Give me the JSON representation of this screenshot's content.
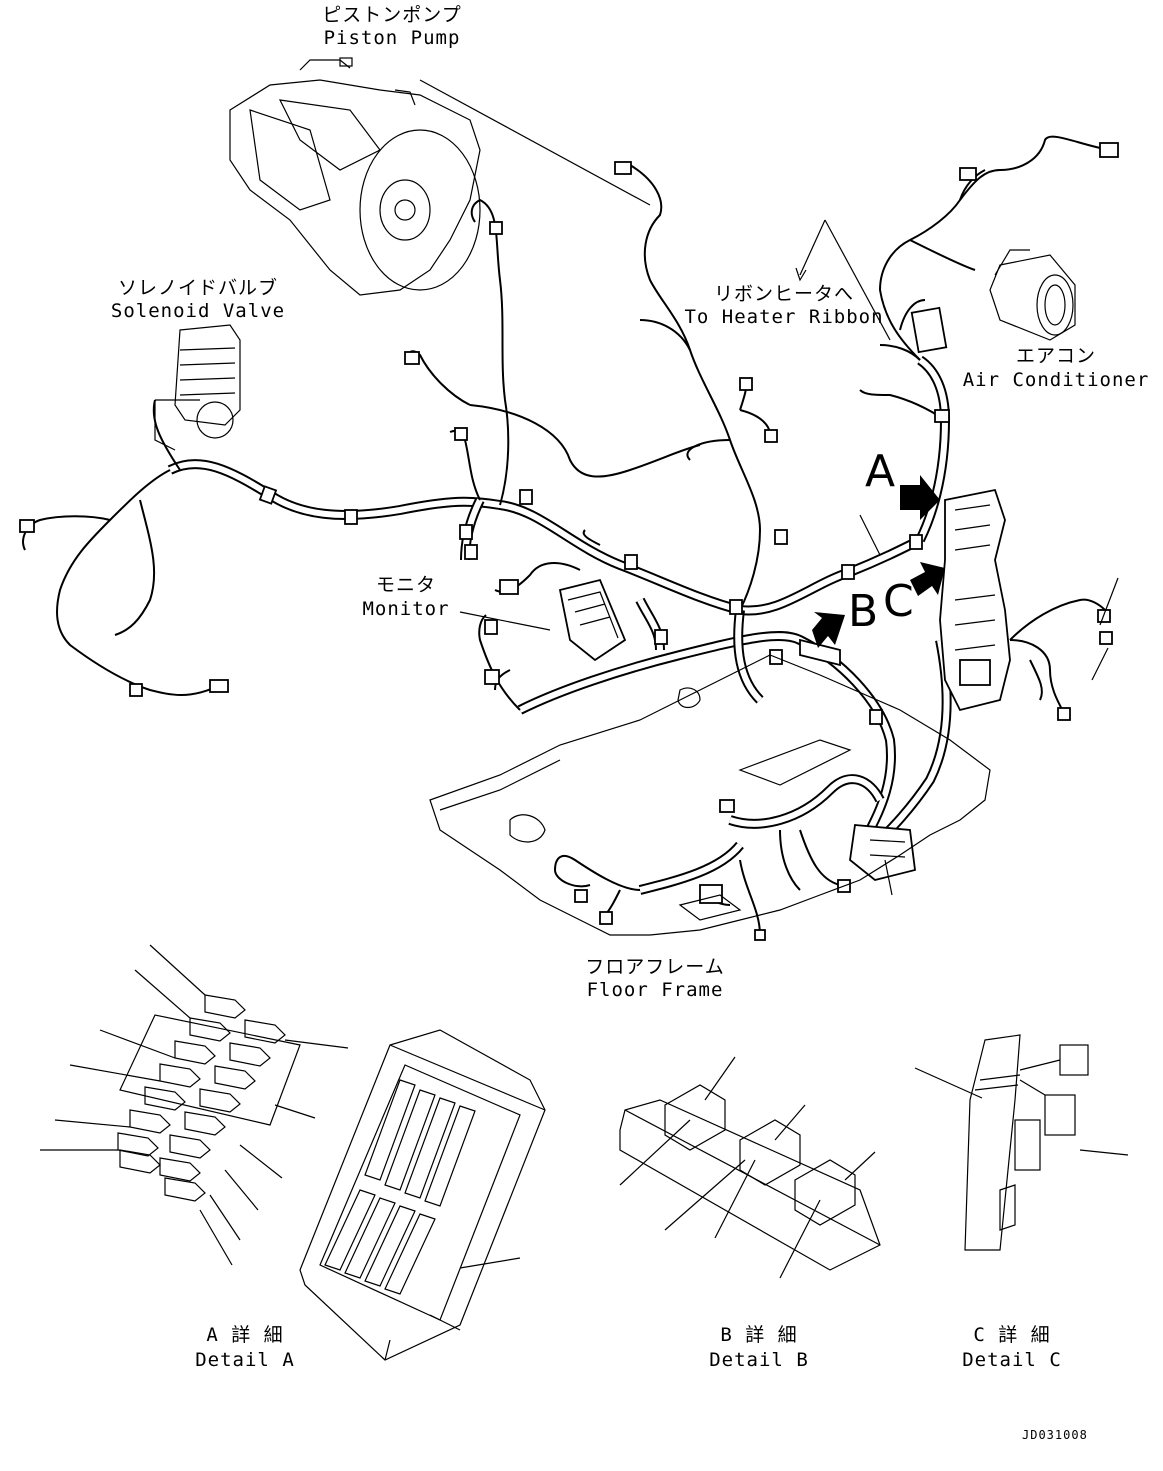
{
  "labels": {
    "piston_pump": {
      "ja": "ピストンポンプ",
      "en": "Piston Pump"
    },
    "solenoid_valve": {
      "ja": "ソレノイドバルブ",
      "en": "Solenoid Valve"
    },
    "heater_ribbon": {
      "ja": "リボンヒータへ",
      "en": "To Heater Ribbon"
    },
    "air_conditioner": {
      "ja": "エアコン",
      "en": "Air Conditioner"
    },
    "monitor": {
      "ja": "モニタ",
      "en": "Monitor"
    },
    "floor_frame": {
      "ja": "フロアフレーム",
      "en": "Floor Frame"
    },
    "detail_a": {
      "ja": "A 詳 細",
      "en": "Detail A"
    },
    "detail_b": {
      "ja": "B 詳 細",
      "en": "Detail B"
    },
    "detail_c": {
      "ja": "C 詳 細",
      "en": "Detail C"
    }
  },
  "callouts": {
    "a": "A",
    "b": "B",
    "c": "C"
  },
  "drawing_code": "JD031008",
  "colors": {
    "ink": "#000000",
    "paper": "#ffffff"
  }
}
